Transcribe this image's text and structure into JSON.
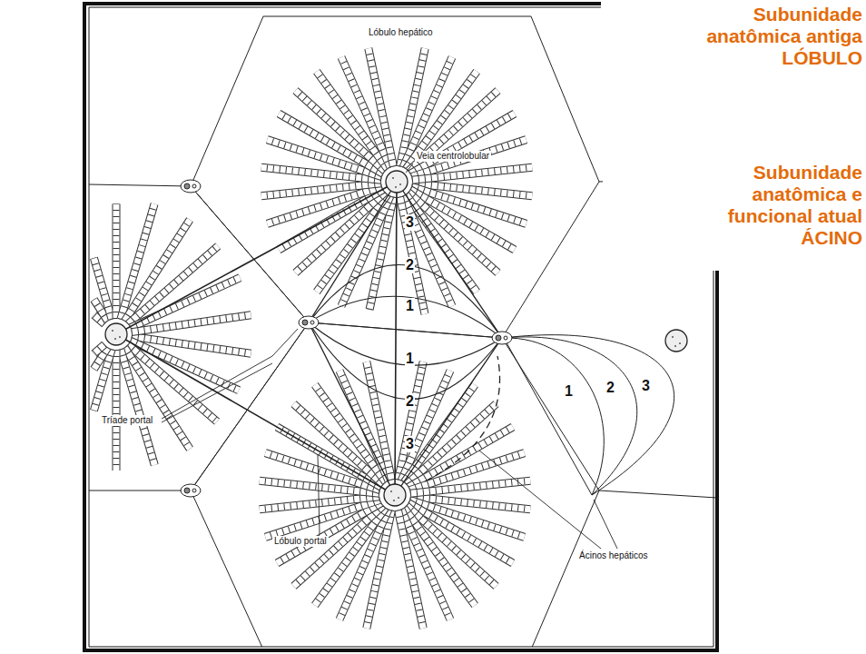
{
  "diagram": {
    "labels": [
      "Lóbulo hepático",
      "Veia centrolobular",
      "3",
      "2",
      "1",
      "1",
      "2",
      "3",
      "1",
      "2",
      "3",
      "Tríade portal",
      "Lóbulo portal",
      "Ácinos hepáticos",
      "Subunidade anatômica antiga LÓBULO",
      "Subunidade anatômica e funcional atual ÁCINO"
    ]
  }
}
